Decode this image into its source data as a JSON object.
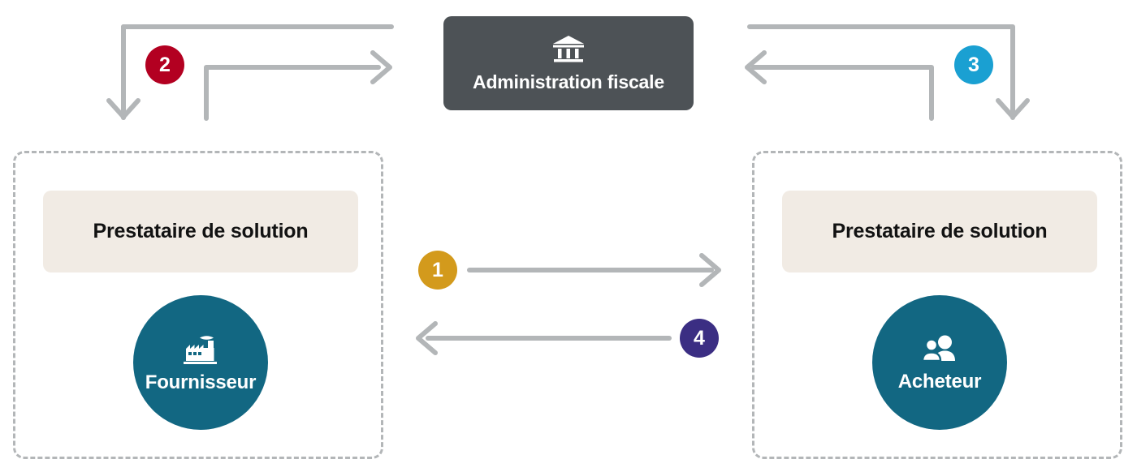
{
  "diagram": {
    "title_box": {
      "label": "Administration fiscale",
      "icon": "bank-icon",
      "bg_color": "#4d5256",
      "text_color": "#ffffff"
    },
    "parties": [
      {
        "side": "left",
        "provider_label": "Prestataire de solution",
        "actor_label": "Fournisseur",
        "actor_icon": "factory-icon",
        "chip_color": "#f1ebe4",
        "circle_color": "#126782"
      },
      {
        "side": "right",
        "provider_label": "Prestataire de solution",
        "actor_label": "Acheteur",
        "actor_icon": "people-icon",
        "chip_color": "#f1ebe4",
        "circle_color": "#126782"
      }
    ],
    "steps": [
      {
        "number": "1",
        "color": "#d39a1c",
        "direction": "left-to-right",
        "name": "step-1-supplier-to-buyer"
      },
      {
        "number": "2",
        "color": "#b30021",
        "direction": "admin-to-supplier",
        "name": "step-2-admin-to-supplier"
      },
      {
        "number": "3",
        "color": "#1aa0d2",
        "direction": "admin-to-buyer",
        "name": "step-3-admin-to-buyer"
      },
      {
        "number": "4",
        "color": "#3b2e83",
        "direction": "right-to-left",
        "name": "step-4-buyer-to-supplier"
      }
    ],
    "connector_color": "#b3b6b8",
    "dashed_border_color": "#b3b6b8"
  }
}
